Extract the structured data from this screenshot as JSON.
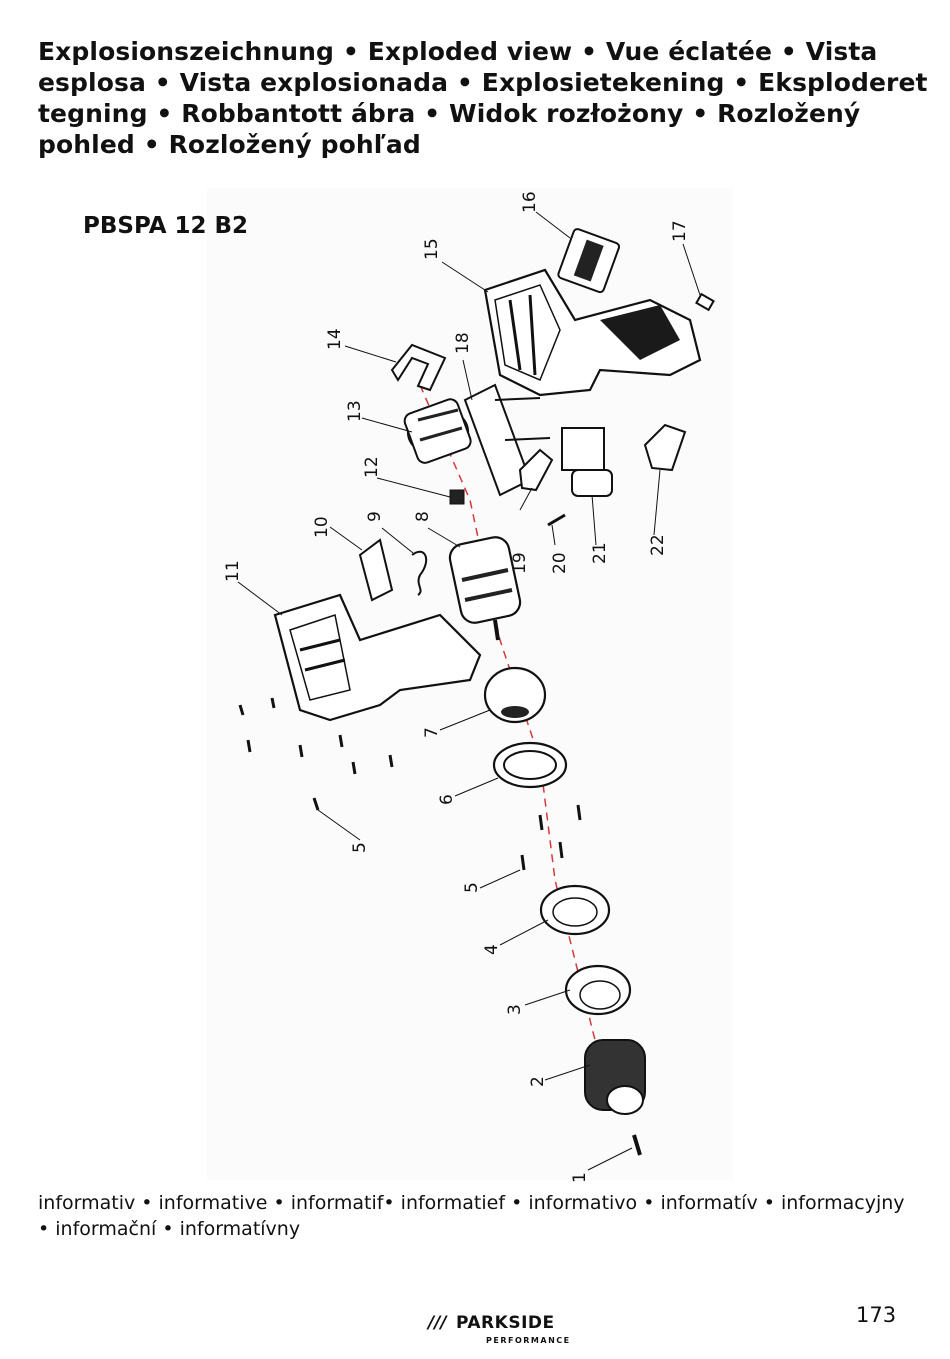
{
  "heading": {
    "line1": "Explosionszeichnung • Exploded view • Vue éclatée • Vista",
    "line2": "esplosa • Vista explosionada • Explosietekening • Eksploderet",
    "line3": "tegning • Robbantott ábra • Widok rozłożony • Rozložený",
    "line4": "pohled • Rozložený pohľad"
  },
  "model": "PBSPA 12 B2",
  "callouts": [
    "1",
    "2",
    "3",
    "4",
    "5",
    "5",
    "6",
    "7",
    "8",
    "9",
    "10",
    "11",
    "12",
    "13",
    "14",
    "15",
    "16",
    "17",
    "18",
    "19",
    "20",
    "21",
    "22"
  ],
  "legend": {
    "line1": "informativ • informative • informatif• informatief • informativo • informatív • informacyjny",
    "line2": "• informační • informatívny"
  },
  "brand": {
    "slashes": "///",
    "name": "PARKSIDE",
    "sub": "PERFORMANCE"
  },
  "page_number": "173"
}
